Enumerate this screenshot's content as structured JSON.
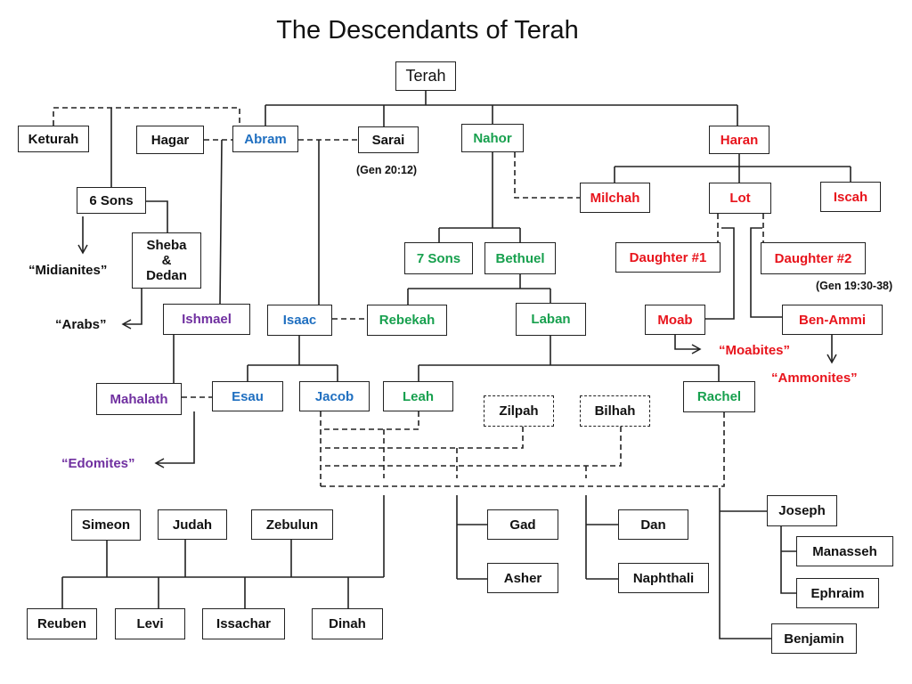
{
  "title": "The Descendants of Terah",
  "colors": {
    "blue": "#1f6fc0",
    "green": "#17a04e",
    "red": "#e8141c",
    "purple": "#7030a0"
  },
  "people": {
    "terah": "Terah",
    "keturah": "Keturah",
    "hagar": "Hagar",
    "abram": "Abram",
    "sarai": "Sarai",
    "nahor": "Nahor",
    "haran": "Haran",
    "six_sons": "6 Sons",
    "sheba_dedan": "Sheba & Dedan",
    "milchah": "Milchah",
    "lot": "Lot",
    "iscah": "Iscah",
    "seven_sons": "7 Sons",
    "bethuel": "Bethuel",
    "daughter1": "Daughter #1",
    "daughter2": "Daughter #2",
    "ishmael": "Ishmael",
    "isaac": "Isaac",
    "rebekah": "Rebekah",
    "laban": "Laban",
    "moab": "Moab",
    "ben_ammi": "Ben-Ammi",
    "mahalath": "Mahalath",
    "esau": "Esau",
    "jacob": "Jacob",
    "leah": "Leah",
    "zilpah": "Zilpah",
    "bilhah": "Bilhah",
    "rachel": "Rachel",
    "simeon": "Simeon",
    "judah": "Judah",
    "zebulun": "Zebulun",
    "gad": "Gad",
    "dan": "Dan",
    "joseph": "Joseph",
    "manasseh": "Manasseh",
    "ephraim": "Ephraim",
    "asher": "Asher",
    "naphthali": "Naphthali",
    "reuben": "Reuben",
    "levi": "Levi",
    "issachar": "Issachar",
    "dinah": "Dinah",
    "benjamin": "Benjamin"
  },
  "notes": {
    "gen_20_12": "(Gen 20:12)",
    "gen_19_30_38": "(Gen 19:30-38)"
  },
  "peoples": {
    "midianites": "“Midianites”",
    "arabs": "“Arabs”",
    "moabites": "“Moabites”",
    "ammonites": "“Ammonites”",
    "edomites": "“Edomites”"
  }
}
